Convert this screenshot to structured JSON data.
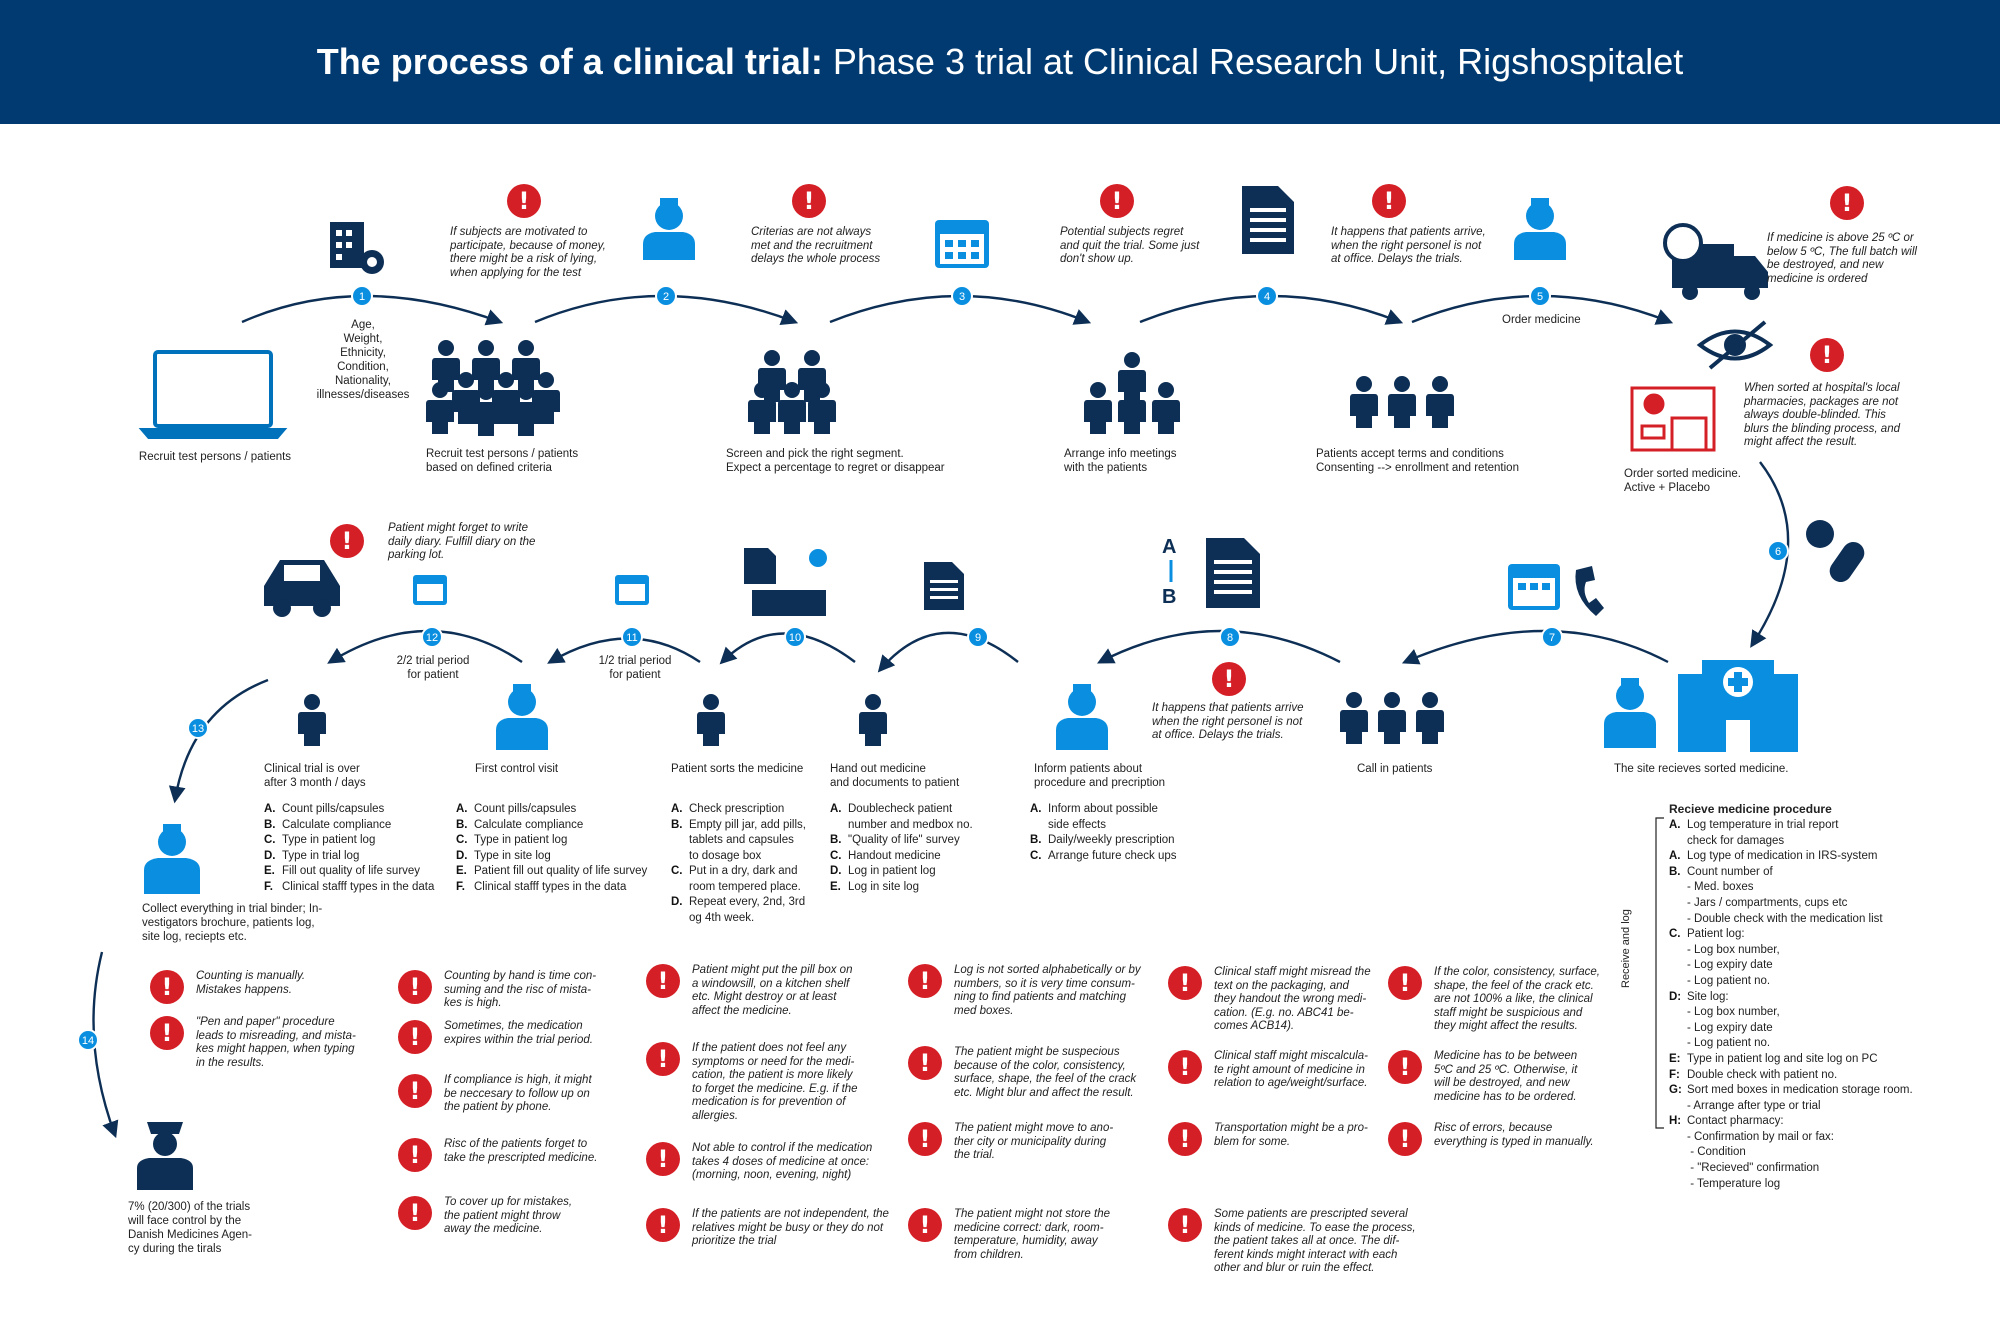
{
  "header": {
    "title_bold": "The process of a clinical trial:",
    "title_rest": "Phase 3 trial at Clinical Research Unit, Rigshospitalet",
    "bg": "#003a70"
  },
  "colors": {
    "navy": "#003a70",
    "blue": "#0072bc",
    "bright": "#0a8fe0",
    "dark": "#0d2f55",
    "red": "#d51f26"
  },
  "steps": [
    "1",
    "2",
    "3",
    "4",
    "5",
    "6",
    "7",
    "8",
    "9",
    "10",
    "11",
    "12",
    "13",
    "14"
  ],
  "top": {
    "recruit_left": "Recruit test persons / patients",
    "criteria_list": [
      "Age,",
      "Weight,",
      "Ethnicity,",
      "Condition,",
      "Nationality,",
      "illnesses/diseases"
    ],
    "recruit_group": [
      "Recruit test persons / patients",
      "based on defined criteria"
    ],
    "screen": [
      "Screen and pick the right segment.",
      "Expect a percentage to regret or disappear"
    ],
    "arrange": [
      "Arrange info meetings",
      "with the patients"
    ],
    "accept": [
      "Patients accept terms and conditions",
      "Consenting --> enrollment and retention"
    ],
    "order_medicine": "Order medicine",
    "order_sorted": [
      "Order sorted medicine.",
      "Active + Placebo"
    ],
    "warn1": [
      "If subjects are motivated to",
      "participate, because of money,",
      "there might be a risk of lying,",
      "when applying for the test"
    ],
    "warn2": [
      "Criterias are not always",
      "met and the recruitment",
      "delays the whole process"
    ],
    "warn3": [
      "Potential subjects regret",
      "and quit the trial. Some just",
      "don't show up."
    ],
    "warn4": [
      "It happens that patients arrive,",
      "when the right personel is not",
      "at office. Delays the trials."
    ],
    "warn5": [
      "If medicine is above 25 ºC or",
      "below 5 ºC, The full batch will",
      "be destroyed, and new",
      "medicine is ordered"
    ],
    "warn6": [
      "When sorted at hospital's local",
      "pharmacies, packages are not",
      "always double-blinded. This",
      "blurs the blinding process, and",
      "might affect the result."
    ]
  },
  "middle": {
    "warn_diary": [
      "Patient might forget to write",
      "daily diary. Fulfill diary on the",
      "parking lot."
    ],
    "warn_arrive": [
      "It happens that patients arrive",
      "when the right personel is not",
      "at office. Delays the trials."
    ],
    "period_22": [
      "2/2 trial period",
      "for patient"
    ],
    "period_12": [
      "1/2 trial period",
      "for patient"
    ],
    "ab_a": "A",
    "ab_b": "B",
    "caption_over": [
      "Clinical trial is over",
      "after 3 month /  days"
    ],
    "caption_first": "First control visit",
    "caption_sorts": "Patient sorts the medicine",
    "caption_hand": [
      "Hand out medicine",
      "and documents to patient"
    ],
    "caption_inform": [
      "Inform patients about",
      "procedure and precription"
    ],
    "caption_call": "Call in patients",
    "caption_site": "The site recieves sorted medicine.",
    "collect": [
      "Collect everything in trial binder; In-",
      "vestigators brochure, patients log,",
      "site log, reciepts etc."
    ],
    "control": [
      "7% (20/300) of the trials",
      "will face control by the",
      "Danish Medicines Agen-",
      "cy during the tirals"
    ]
  },
  "lists": {
    "over": [
      {
        "k": "A.",
        "t": "Count pills/capsules"
      },
      {
        "k": "B.",
        "t": "Calculate compliance"
      },
      {
        "k": "C.",
        "t": "Type in patient log"
      },
      {
        "k": "D.",
        "t": "Type in trial log"
      },
      {
        "k": "E.",
        "t": "Fill out quality of life survey"
      },
      {
        "k": "F.",
        "t": "Clinical stafff types in the data"
      }
    ],
    "first": [
      {
        "k": "A.",
        "t": "Count pills/capsules"
      },
      {
        "k": "B.",
        "t": "Calculate compliance"
      },
      {
        "k": "C.",
        "t": "Type in patient log"
      },
      {
        "k": "D.",
        "t": "Type in site log"
      },
      {
        "k": "E.",
        "t": "Patient fill out quality of life survey"
      },
      {
        "k": "F.",
        "t": "Clinical stafff types in the data"
      }
    ],
    "sorts": [
      {
        "k": "A.",
        "t": "Check prescription"
      },
      {
        "k": "B.",
        "t": "Empty pill jar, add pills,"
      },
      {
        "k": "",
        "t": "tablets and capsules"
      },
      {
        "k": "",
        "t": "to dosage box"
      },
      {
        "k": "C.",
        "t": "Put in a dry, dark and"
      },
      {
        "k": "",
        "t": "room tempered place."
      },
      {
        "k": "D.",
        "t": "Repeat every, 2nd, 3rd"
      },
      {
        "k": "",
        "t": "og 4th week."
      }
    ],
    "hand": [
      {
        "k": "A.",
        "t": "Doublecheck patient"
      },
      {
        "k": "",
        "t": "number and medbox no."
      },
      {
        "k": "B.",
        "t": "\"Quality of life\" survey"
      },
      {
        "k": "C.",
        "t": "Handout medicine"
      },
      {
        "k": "D.",
        "t": "Log in patient log"
      },
      {
        "k": "E.",
        "t": "Log in site log"
      }
    ],
    "inform": [
      {
        "k": "A.",
        "t": "Inform about possible"
      },
      {
        "k": "",
        "t": "side effects"
      },
      {
        "k": "B.",
        "t": "Daily/weekly prescription"
      },
      {
        "k": "C.",
        "t": "Arrange future check ups"
      }
    ]
  },
  "procedure": {
    "title": "Recieve medicine procedure",
    "side_label": "Receive and log",
    "items": [
      {
        "k": "A.",
        "t": "Log temperature in trial report"
      },
      {
        "k": "",
        "t": "check for damages"
      },
      {
        "k": "A.",
        "t": "Log type of medication in IRS-system"
      },
      {
        "k": "B.",
        "t": "Count number of"
      },
      {
        "k": "",
        "t": "- Med. boxes"
      },
      {
        "k": "",
        "t": "- Jars / compartments, cups etc"
      },
      {
        "k": "",
        "t": "- Double check with the medication list"
      },
      {
        "k": "C.",
        "t": "Patient log:"
      },
      {
        "k": "",
        "t": "- Log box number,"
      },
      {
        "k": "",
        "t": "- Log expiry date"
      },
      {
        "k": "",
        "t": "- Log patient no."
      },
      {
        "k": "D:",
        "t": "Site log:"
      },
      {
        "k": "",
        "t": "- Log box number,"
      },
      {
        "k": "",
        "t": "- Log expiry date"
      },
      {
        "k": "",
        "t": "- Log patient no."
      },
      {
        "k": "E:",
        "t": "Type in patient log and site log on PC"
      },
      {
        "k": "F:",
        "t": "Double check with patient no."
      },
      {
        "k": "G:",
        "t": "Sort med boxes in medication storage room."
      },
      {
        "k": "",
        "t": "- Arrange after type or trial"
      },
      {
        "k": "H:",
        "t": "Contact pharmacy:"
      },
      {
        "k": "",
        "t": "- Confirmation by mail or fax:"
      },
      {
        "k": "",
        "t": "  - Condition"
      },
      {
        "k": "",
        "t": "  - \"Recieved\" confirmation"
      },
      {
        "k": "",
        "t": "  - Temperature log"
      }
    ]
  },
  "warnings_bottom": {
    "col1": [
      [
        "Counting is manually.",
        "Mistakes happens."
      ],
      [
        "\"Pen and paper\" procedure",
        "leads to misreading, and mista-",
        "kes might happen, when typing",
        "in the results."
      ]
    ],
    "col2": [
      [
        "Counting by hand is time con-",
        "suming and the risc of mista-",
        "kes is high."
      ],
      [
        "Sometimes, the medication",
        "expires within the trial period."
      ],
      [
        "If compliance is high, it might",
        "be neccesary to follow up on",
        "the patient by phone."
      ],
      [
        "Risc of the patients forget to",
        "take the prescripted medicine."
      ],
      [
        "To cover up for mistakes,",
        "the patient might throw",
        "away the medicine."
      ]
    ],
    "col3": [
      [
        "Patient might put the pill box on",
        "a windowsill, on a kitchen shelf",
        "etc. Might destroy or at least",
        "affect the medicine."
      ],
      [
        "If the patient does not feel any",
        "symptoms or need for the medi-",
        "cation, the patient is more likely",
        "to forget the medicine. E.g. if the",
        "medication is for prevention of",
        "allergies."
      ],
      [
        "Not able to control if the medication",
        "takes 4 doses of medicine at once:",
        "(morning, noon, evening, night)"
      ],
      [
        "If the patients are not independent, the",
        "relatives might be busy or they do not",
        "prioritize the trial"
      ]
    ],
    "col4": [
      [
        "Log is not sorted alphabetically or by",
        "numbers, so it is very time consum-",
        "ning to find patients and matching",
        "med boxes."
      ],
      [
        "The patient might be suspecious",
        "because of the color, consistency,",
        "surface, shape, the feel of the crack",
        "etc. Might blur and affect the result."
      ],
      [
        "The patient might move to ano-",
        "ther city or municipality during",
        "the trial."
      ],
      [
        "The patient might not store the",
        "medicine correct: dark, room-",
        "temperature, humidity, away",
        "from children."
      ]
    ],
    "col5": [
      [
        "Clinical staff might misread the",
        "text on the packaging, and",
        "they handout the wrong medi-",
        "cation. (E.g. no. ABC41 be-",
        "comes ACB14)."
      ],
      [
        "Clinical staff might miscalcula-",
        "te right amount of medicine in",
        "relation to age/weight/surface."
      ],
      [
        "Transportation might be a pro-",
        "blem for some."
      ],
      [
        "Some patients are prescripted several",
        "kinds of medicine. To ease the process,",
        "the patient takes all at once. The dif-",
        "ferent kinds might interact with each",
        "other and blur or ruin the effect."
      ]
    ],
    "col6": [
      [
        "If the color, consistency, surface,",
        "shape, the feel of the crack etc.",
        "are not 100% a like, the clinical",
        "staff might be suspicious and",
        "they might affect the results."
      ],
      [
        "Medicine has to be between",
        "5ºC and 25 ºC. Otherwise, it",
        "will be destroyed, and new",
        "medicine has to be ordered."
      ],
      [
        "Risc of errors, because",
        "everything is typed in manually."
      ]
    ]
  }
}
